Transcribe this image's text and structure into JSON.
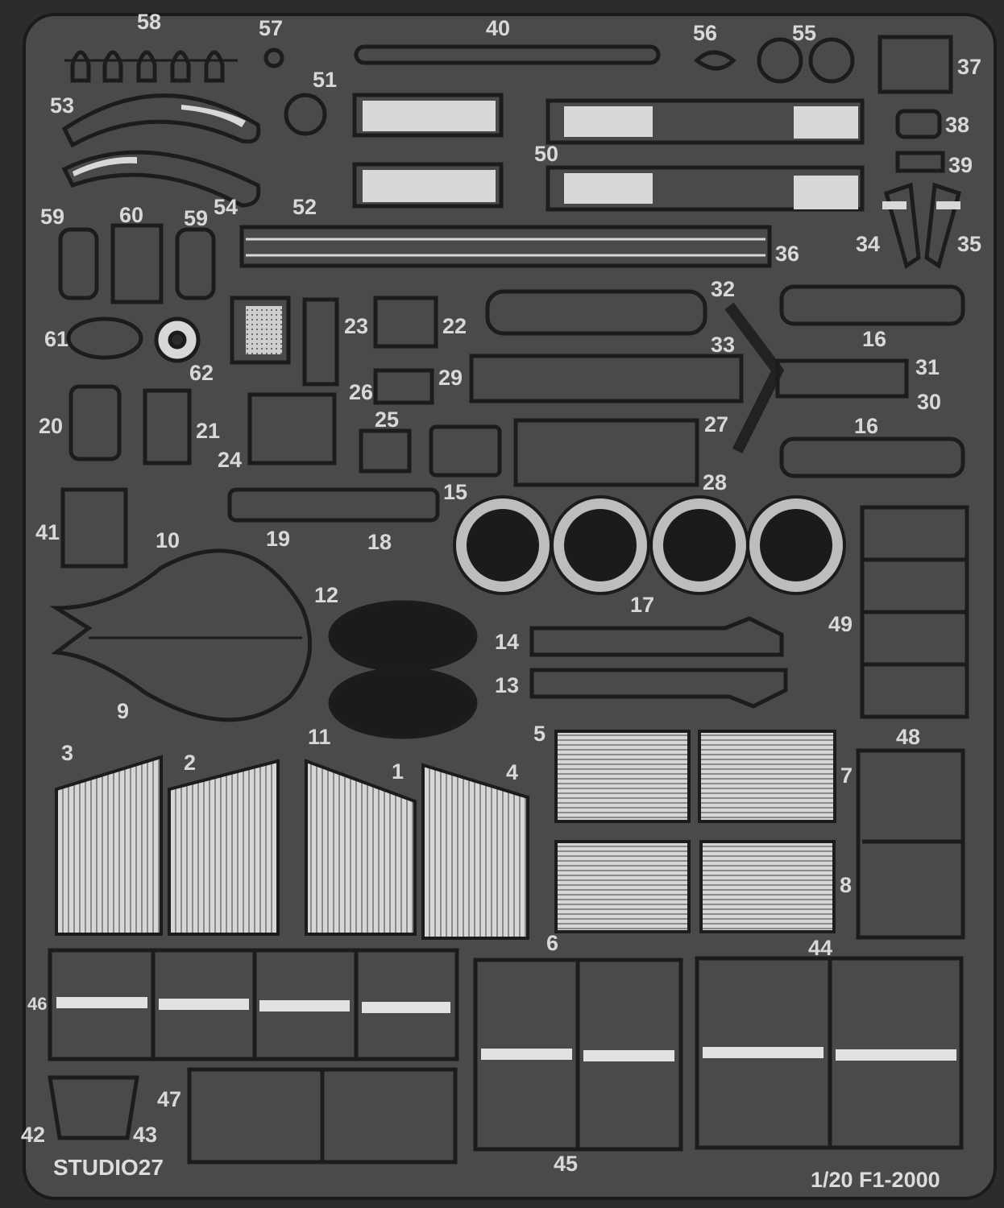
{
  "sheet": {
    "brand": "STUDIO27",
    "product": "1/20 F1-2000",
    "colors": {
      "background": "#2c2c2c",
      "fret": "#4a4a4a",
      "outline": "#1c1c1c",
      "bright_metal": "#d8d8d8"
    }
  },
  "part_numbers": {
    "p1": "1",
    "p2": "2",
    "p3": "3",
    "p4": "4",
    "p5": "5",
    "p6": "6",
    "p7": "7",
    "p8": "8",
    "p9": "9",
    "p10": "10",
    "p11": "11",
    "p12": "12",
    "p13": "13",
    "p14": "14",
    "p15": "15",
    "p16a": "16",
    "p16b": "16",
    "p17": "17",
    "p18": "18",
    "p19": "19",
    "p20": "20",
    "p21": "21",
    "p22": "22",
    "p23": "23",
    "p24": "24",
    "p25": "25",
    "p26": "26",
    "p27": "27",
    "p28": "28",
    "p29": "29",
    "p30": "30",
    "p31": "31",
    "p32": "32",
    "p33": "33",
    "p34": "34",
    "p35": "35",
    "p36": "36",
    "p37": "37",
    "p38": "38",
    "p39": "39",
    "p40": "40",
    "p41": "41",
    "p42": "42",
    "p43": "43",
    "p44": "44",
    "p45": "45",
    "p46": "46",
    "p47": "47",
    "p48": "48",
    "p49": "49",
    "p50": "50",
    "p51": "51",
    "p52": "52",
    "p53": "53",
    "p54": "54",
    "p55": "55",
    "p56": "56",
    "p57": "57",
    "p58": "58",
    "p59a": "59",
    "p59b": "59",
    "p60": "60",
    "p61": "61",
    "p62": "62"
  }
}
